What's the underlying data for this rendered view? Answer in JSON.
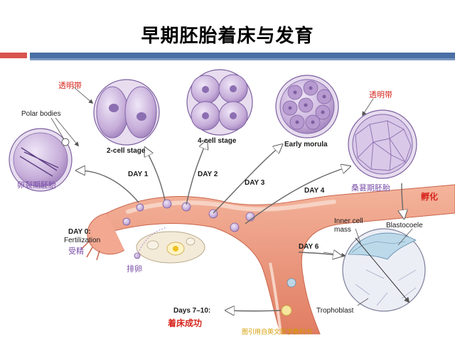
{
  "title": "早期胚胎着床与发育",
  "labels": {
    "zona_top": "透明带",
    "zona_right": "透明带",
    "polar_bodies": "Polar bodies",
    "cleavage_zh": "卵裂期胚胎",
    "two_cell": "2-cell stage",
    "four_cell": "4-cell stage",
    "early_morula": "Early morula",
    "morula_zh": "桑葚期胚胎",
    "hatching_zh": "孵化",
    "day1": "DAY 1",
    "day2": "DAY 2",
    "day3": "DAY 3",
    "day4": "DAY 4",
    "day0": "DAY 0:",
    "fertilization": "Fertilization",
    "fertilization_zh": "受精",
    "ovulation_zh": "排卵",
    "inner_cell_mass_1": "Inner cell",
    "inner_cell_mass_2": "mass",
    "blastocoele": "Blastocoele",
    "day6": "DAY 6",
    "trophoblast": "Trophoblast",
    "days7_10": "Days 7–10:",
    "implantation_zh": "着床成功",
    "source": "图引用自英文医学教科书"
  },
  "colors": {
    "accent_red": "#d7261e",
    "bar_red": "#d9534f",
    "bar_blue": "#4a6fa5",
    "cell_purple": "#c9b3dd",
    "tissue_pink": "#e8957a"
  }
}
